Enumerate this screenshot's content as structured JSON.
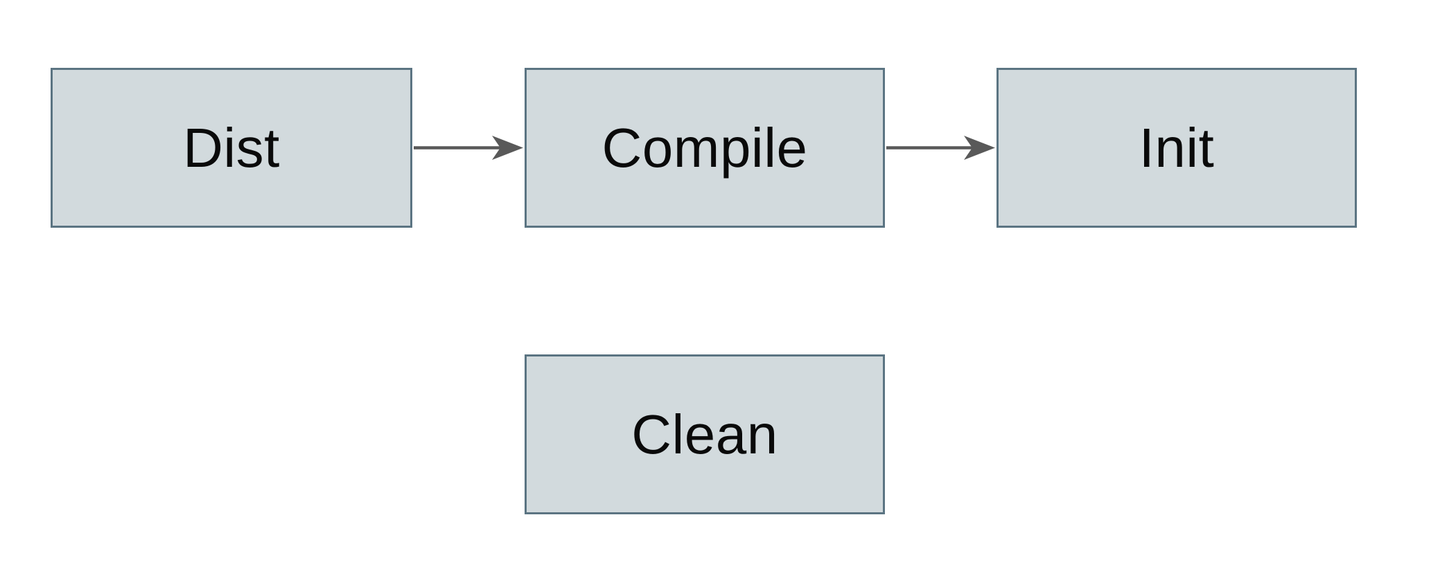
{
  "diagram": {
    "type": "flowchart",
    "nodes": {
      "dist": {
        "label": "Dist"
      },
      "compile": {
        "label": "Compile"
      },
      "init": {
        "label": "Init"
      },
      "clean": {
        "label": "Clean"
      }
    },
    "edges": [
      {
        "from": "Dist",
        "to": "Compile",
        "style": "arrow-right"
      },
      {
        "from": "Compile",
        "to": "Init",
        "style": "arrow-right"
      }
    ],
    "colors": {
      "node_fill": "#d2dadd",
      "node_border": "#5b7482",
      "arrow": "#595959",
      "text": "#0a0a0a",
      "background": "#ffffff"
    }
  }
}
